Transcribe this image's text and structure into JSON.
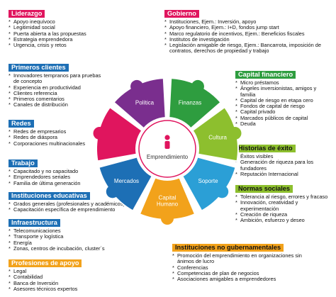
{
  "center": {
    "label": "Emprendimiento"
  },
  "segments": [
    {
      "label": "Finanzas",
      "color": "#2e9d3f",
      "angle": -64
    },
    {
      "label": "Cultura",
      "color": "#8dbf2e",
      "angle": -13
    },
    {
      "label": "Soporte",
      "color": "#2b9fd6",
      "angle": 38
    },
    {
      "label": "Capital|Humano",
      "color": "#f2a21b",
      "angle": 90
    },
    {
      "label": "Mercados",
      "color": "#1d6fb5",
      "angle": 142
    },
    {
      "label": "Política",
      "color": "#7a2e8e",
      "angle": -116
    },
    {
      "label": "",
      "color": "#e0155e",
      "angle": -167
    }
  ],
  "colors": {
    "liderazgo": "#e0155e",
    "gobierno": "#e0155e",
    "primeros": "#1d6fb5",
    "redes": "#1d6fb5",
    "trabajo": "#1d6fb5",
    "instituciones": "#1d6fb5",
    "infra": "#1d6fb5",
    "profesiones": "#f2a21b",
    "capital": "#2e9d3f",
    "historias": "#8dbf2e",
    "normas": "#8dbf2e",
    "ong": "#f2a21b"
  },
  "panels": {
    "liderazgo": {
      "title": "Liderazgo",
      "items": [
        "Apoyo inequívoco",
        "Legitimidad social",
        "Puerta abierta a las propuestas",
        "Estrategia emprendedora",
        "Urgencia, crisis y retos"
      ]
    },
    "primeros": {
      "title": "Primeros clientes",
      "items": [
        "Innovadores tempranos para pruebas de concepto",
        "Experiencia en productividad",
        "Clientes referencia",
        "Primeros comentarios",
        "Canales de distribución"
      ]
    },
    "redes": {
      "title": "Redes",
      "items": [
        "Redes de empresarios",
        "Redes de diáspora",
        "Corporaciones multinacionales"
      ]
    },
    "trabajo": {
      "title": "Trabajo",
      "items": [
        "Capacitado y no capacitado",
        "Emprendedores seriales",
        "Familia de última generación"
      ]
    },
    "instituciones": {
      "title": "Instituciones educativas",
      "items": [
        "Grados generales (profesionales y académicos)",
        "Capacitación específica de emprendimiento"
      ]
    },
    "infra": {
      "title": "Infraestructura",
      "items": [
        "Telecomunicaciones",
        "Transporte y logística",
        "Energía",
        "Zonas, centros de incubación, cluster´s"
      ]
    },
    "profesiones": {
      "title": "Profesiones de apoyo",
      "items": [
        "Legal",
        "Contabilidad",
        "Banca de Inversión",
        "Asesores técnicos expertos"
      ]
    },
    "gobierno": {
      "title": "Gobierno",
      "items": [
        "Instituciones, Ejem.: Inversión, apoyo",
        "Apoyo financiero, Ejem.: I+D, fondos jump start",
        "Marco regulatorio de incentivos, Ejem.: Beneficios fiscales",
        "Institutos de investigación",
        "Legislación amigable de riesgo, Ejem.: Bancarrota, imposición de contratos, derechos de propiedad y trabajo"
      ]
    },
    "capital": {
      "title": "Capital financiero",
      "items": [
        "Micro préstamos",
        "Ángeles inversionistas, amigos y familia",
        "Capital de riesgo en etapa cero",
        "Fondos de capital de riesgo",
        "Capital privado",
        "Marcados públicos de capital",
        "Deuda"
      ]
    },
    "historias": {
      "title": "Historias de éxito",
      "items": [
        "Éxitos visibles",
        "Generación de riqueza para los fundadores",
        "Reputación Internacional"
      ]
    },
    "normas": {
      "title": "Normas sociales",
      "items": [
        "Tolerancia al riesgo, errores y fracaso",
        "Innovación, creatividad y experimentación",
        "Creación de riqueza",
        "Ambición, esfuerzo y deseo"
      ]
    },
    "ong": {
      "title": "Instituciones no gubernamentales",
      "items": [
        "Promoción del emprendimiento en organizaciones sin ánimos de lucro",
        "Conferencias",
        "Competencias de plan de negocios",
        "Asociaciones amigables a emprendedores"
      ]
    }
  }
}
